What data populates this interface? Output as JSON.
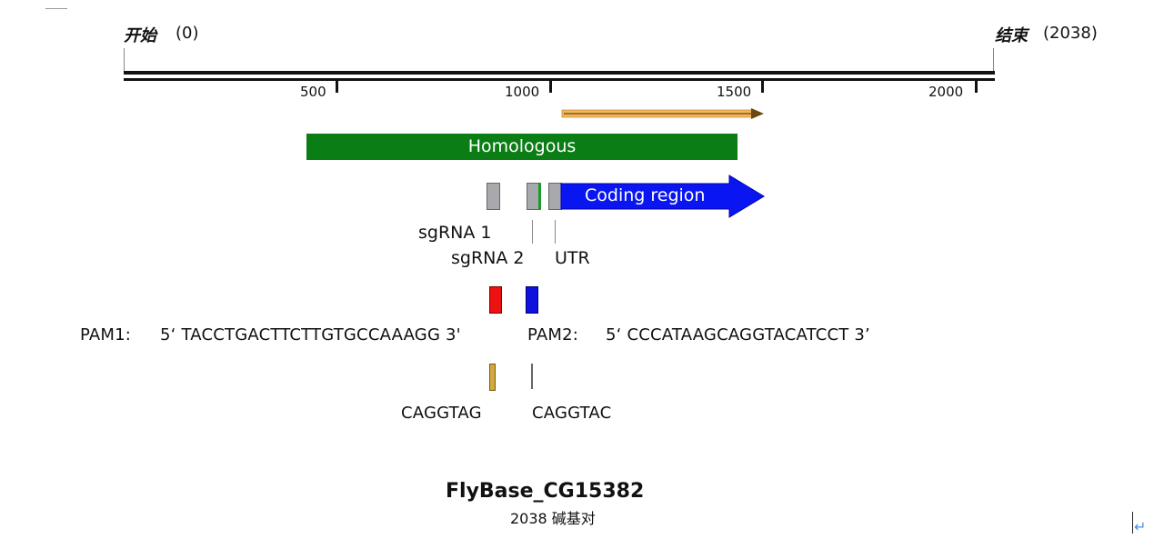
{
  "map": {
    "start_label": "开始",
    "start_coord": "(0)",
    "end_label": "结束",
    "end_coord": "(2038)",
    "ticks": [
      "500",
      "1000",
      "1500",
      "2000"
    ]
  },
  "features": {
    "homologous": "Homologous",
    "coding_region": "Coding region",
    "sgrna1": "sgRNA 1",
    "sgrna2": "sgRNA 2",
    "utr": "UTR"
  },
  "pam": {
    "pam1_label": "PAM1:",
    "pam1_seq": "5‘ TACCTGACTTCTTGTGCCAAAGG 3'",
    "pam2_label": "PAM2:",
    "pam2_seq": "5‘ CCCATAAGCAGGTACATCCT 3’",
    "seq1": "CAGGTAG",
    "seq2": "CAGGTAC"
  },
  "footer": {
    "title": "FlyBase_CG15382",
    "subtitle": "2038 碱基对"
  },
  "colors": {
    "homologous": "#0a7d14",
    "coding": "#0a16f2",
    "grey_box": "#a7a9ad",
    "red_box": "#ee1111",
    "blue_box": "#1111dd",
    "orange": "#f2b65a",
    "gold": "#d3a93f"
  }
}
